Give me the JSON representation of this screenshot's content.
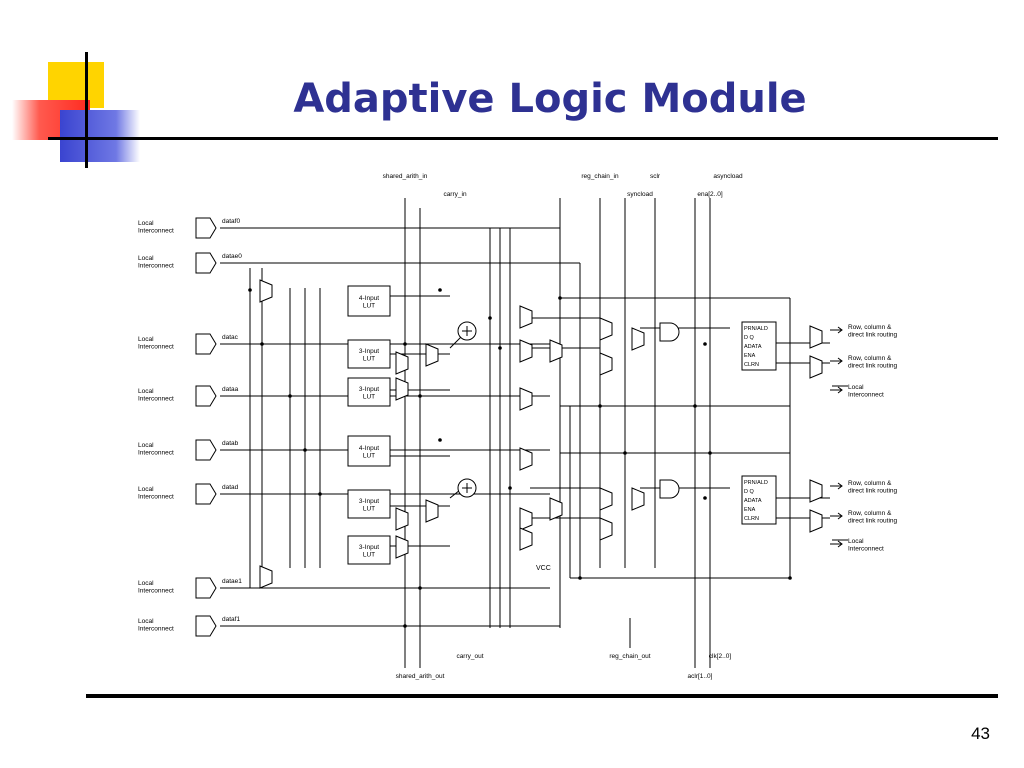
{
  "slide": {
    "title": "Adaptive Logic Module",
    "page_number": "43"
  },
  "diagram": {
    "inputs": [
      {
        "source": "Local\nInterconnect",
        "name": "dataf0"
      },
      {
        "source": "Local\nInterconnect",
        "name": "datae0"
      },
      {
        "source": "Local\nInterconnect",
        "name": "datac"
      },
      {
        "source": "Local\nInterconnect",
        "name": "dataa"
      },
      {
        "source": "Local\nInterconnect",
        "name": "datab"
      },
      {
        "source": "Local\nInterconnect",
        "name": "datad"
      },
      {
        "source": "Local\nInterconnect",
        "name": "datae1"
      },
      {
        "source": "Local\nInterconnect",
        "name": "dataf1"
      }
    ],
    "top_signals": [
      "shared_arith_in",
      "carry_in",
      "reg_chain_in",
      "sclr",
      "syncload",
      "asyncload",
      "ena[2..0]"
    ],
    "bottom_signals": [
      "shared_arith_out",
      "carry_out",
      "reg_chain_out",
      "clk[2..0]",
      "aclr[1..0]"
    ],
    "luts": [
      "4-Input\nLUT",
      "3-Input\nLUT",
      "3-Input\nLUT",
      "4-Input\nLUT",
      "3-Input\nLUT",
      "3-Input\nLUT"
    ],
    "registers": [
      {
        "lines": [
          "PRN/ALD",
          "D      Q",
          "ADATA",
          "ENA",
          "CLRN"
        ]
      },
      {
        "lines": [
          "PRN/ALD",
          "D      Q",
          "ADATA",
          "ENA",
          "CLRN"
        ]
      }
    ],
    "outputs": [
      "Row, column &\ndirect link routing",
      "Row, column &\ndirect link routing",
      "Local\nInterconnect",
      "Row, column &\ndirect link routing",
      "Row, column &\ndirect link routing",
      "Local\nInterconnect"
    ],
    "vcc_label": "VCC"
  },
  "colors": {
    "title": "#2e3192",
    "deco_yellow": "#ffd700",
    "deco_red": "#ff3b30",
    "deco_blue": "#3340c8"
  }
}
